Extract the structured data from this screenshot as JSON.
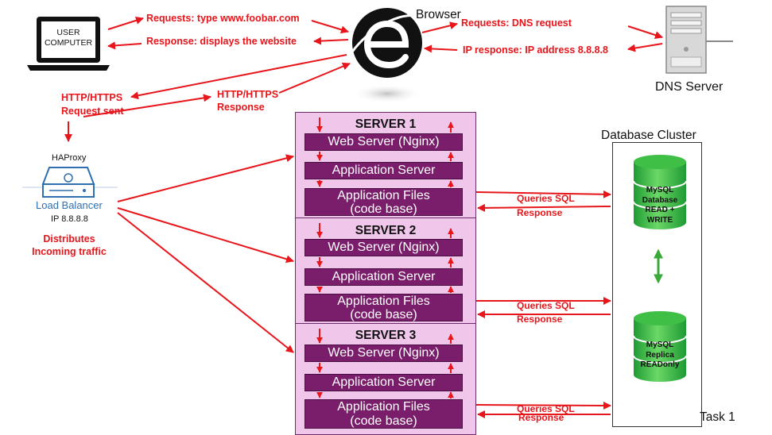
{
  "user_computer": {
    "line1": "USER",
    "line2": "COMPUTER"
  },
  "browser": {
    "label": "Browser"
  },
  "dns": {
    "label": "DNS Server"
  },
  "arrows": {
    "req_type": "Requests: type www.foobar.com",
    "resp_display": "Response: displays the website",
    "req_dns": "Requests: DNS request",
    "ip_resp": "IP response: IP address 8.8.8.8",
    "http_req_1": "HTTP/HTTPS",
    "http_req_2": "Request sent",
    "http_resp_1": "HTTP/HTTPS",
    "http_resp_2": "Response"
  },
  "lb": {
    "top_label": "HAProxy",
    "name": "Load Balancer",
    "ip": "IP 8.8.8.8",
    "note1": "Distributes",
    "note2": "Incoming traffic"
  },
  "servers": [
    {
      "title": "SERVER 1",
      "web": "Web Server (Nginx)",
      "app": "Application Server",
      "files1": "Application Files",
      "files2": "(code base)"
    },
    {
      "title": "SERVER 2",
      "web": "Web Server (Nginx)",
      "app": "Application Server",
      "files1": "Application Files",
      "files2": "(code base)"
    },
    {
      "title": "SERVER 3",
      "web": "Web Server (Nginx)",
      "app": "Application Server",
      "files1": "Application Files",
      "files2": "(code base)"
    }
  ],
  "sql": {
    "queries": "Queries SQL",
    "response": "Response"
  },
  "db_cluster": {
    "title": "Database Cluster",
    "db1": [
      "MySQL",
      "Database",
      "READ +",
      "WRITE"
    ],
    "db2": [
      "MySQL",
      "Replica",
      "READonly"
    ]
  },
  "task": "Task 1",
  "colors": {
    "arrow": "#e8151b",
    "server_bg": "#f0c6ea",
    "box": "#7a1e6c",
    "db": "#2eaa3a",
    "sync": "#3aa83a"
  }
}
